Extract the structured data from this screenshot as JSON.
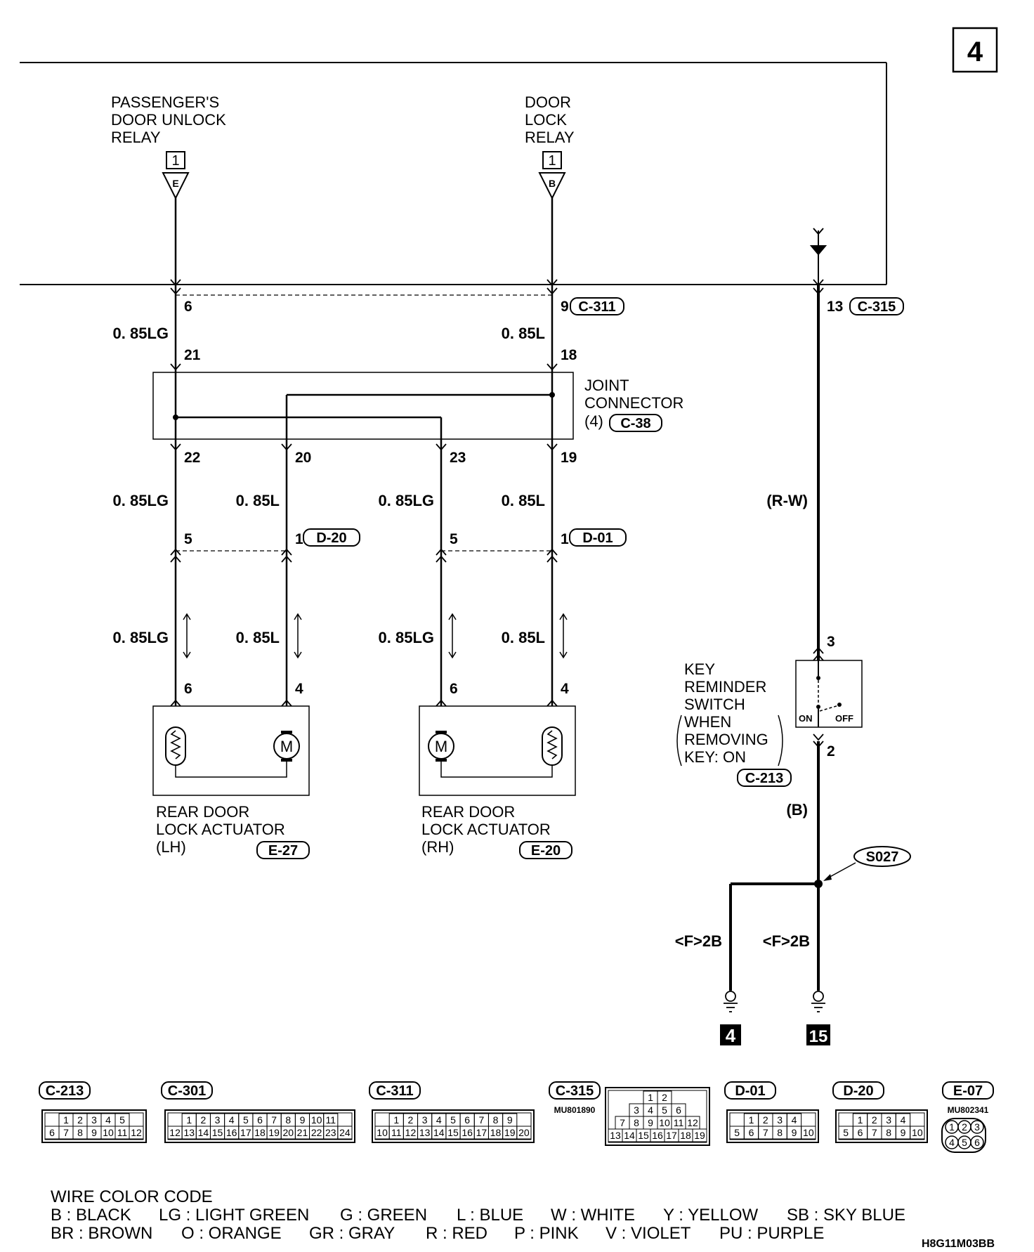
{
  "page_number": "4",
  "components": {
    "passenger_relay": {
      "lines": [
        "PASSENGER'S",
        "DOOR UNLOCK",
        "RELAY"
      ],
      "box": "1",
      "terminal": "E"
    },
    "door_lock_relay": {
      "lines": [
        "DOOR",
        "LOCK",
        "RELAY"
      ],
      "box": "1",
      "terminal": "B"
    },
    "joint_connector": {
      "lines": [
        "JOINT",
        "CONNECTOR"
      ],
      "qualifier": "(4)",
      "code": "C-38"
    },
    "key_reminder": {
      "lines": [
        "KEY",
        "REMINDER",
        "SWITCH",
        "WHEN",
        "REMOVING",
        "KEY: ON"
      ],
      "code": "C-213",
      "on": "ON",
      "off": "OFF"
    },
    "actuator_lh": {
      "lines": [
        "REAR DOOR",
        "LOCK ACTUATOR",
        "(LH)"
      ],
      "code": "E-27"
    },
    "actuator_rh": {
      "lines": [
        "REAR DOOR",
        "LOCK ACTUATOR",
        "(RH)"
      ],
      "code": "E-20"
    }
  },
  "pins": {
    "p6": "6",
    "p9": "9",
    "p13": "13",
    "p21": "21",
    "p18": "18",
    "p22": "22",
    "p20": "20",
    "p23": "23",
    "p19": "19",
    "p5a": "5",
    "p1a": "1",
    "p5b": "5",
    "p1b": "1",
    "p6a": "6",
    "p4a": "4",
    "p6b": "6",
    "p4b": "4",
    "p3": "3",
    "p2": "2"
  },
  "connector_codes": {
    "c311": "C-311",
    "c315": "C-315",
    "d20": "D-20",
    "d01": "D-01",
    "splice": "S027"
  },
  "wire_labels": {
    "w1": "0. 85LG",
    "w2": "0. 85L",
    "w3": "0. 85LG",
    "w4": "0. 85L",
    "w5": "0. 85LG",
    "w6": "0. 85L",
    "w7": "0. 85LG",
    "w8": "0. 85L",
    "w9": "0. 85LG",
    "w10": "0. 85L",
    "rw": "(R-W)",
    "b": "(B)",
    "f2b_left": "<F>2B",
    "f2b_right": "<F>2B"
  },
  "grounds": {
    "left": "4",
    "right": "15"
  },
  "connector_views": [
    {
      "code": "C-213",
      "rows": [
        [
          "1",
          "2",
          "3",
          "4",
          "5"
        ],
        [
          "6",
          "7",
          "8",
          "9",
          "10",
          "11",
          "12"
        ]
      ]
    },
    {
      "code": "C-301",
      "rows": [
        [
          "1",
          "2",
          "3",
          "4",
          "5",
          "6",
          "7",
          "8",
          "9",
          "10",
          "11"
        ],
        [
          "12",
          "13",
          "14",
          "15",
          "16",
          "17",
          "18",
          "19",
          "20",
          "21",
          "22",
          "23",
          "24"
        ]
      ]
    },
    {
      "code": "C-311",
      "rows": [
        [
          "1",
          "2",
          "3",
          "4",
          "5",
          "6",
          "7",
          "8",
          "9"
        ],
        [
          "10",
          "11",
          "12",
          "13",
          "14",
          "15",
          "16",
          "17",
          "18",
          "19",
          "20"
        ]
      ]
    },
    {
      "code": "C-315",
      "part": "MU801890",
      "rows": [
        [
          "1",
          "2"
        ],
        [
          "3",
          "4",
          "5",
          "6"
        ],
        [
          "7",
          "8",
          "9",
          "10",
          "11",
          "12"
        ],
        [
          "13",
          "14",
          "15",
          "16",
          "17",
          "18",
          "19"
        ]
      ]
    },
    {
      "code": "D-01",
      "rows": [
        [
          "1",
          "2",
          "3",
          "4"
        ],
        [
          "5",
          "6",
          "7",
          "8",
          "9",
          "10"
        ]
      ]
    },
    {
      "code": "D-20",
      "rows": [
        [
          "1",
          "2",
          "3",
          "4"
        ],
        [
          "5",
          "6",
          "7",
          "8",
          "9",
          "10"
        ]
      ]
    },
    {
      "code": "E-07",
      "part": "MU802341",
      "rows": [
        [
          "1",
          "2",
          "3"
        ],
        [
          "4",
          "5",
          "6"
        ]
      ]
    }
  ],
  "legend": {
    "title": "WIRE COLOR CODE",
    "row1": [
      "B : BLACK",
      "LG : LIGHT GREEN",
      "G : GREEN",
      "L : BLUE",
      "W : WHITE",
      "Y : YELLOW",
      "SB : SKY BLUE"
    ],
    "row2": [
      "BR : BROWN",
      "O : ORANGE",
      "GR : GRAY",
      "R : RED",
      "P : PINK",
      "V : VIOLET",
      "PU : PURPLE"
    ]
  },
  "doc_code": "H8G11M03BB"
}
